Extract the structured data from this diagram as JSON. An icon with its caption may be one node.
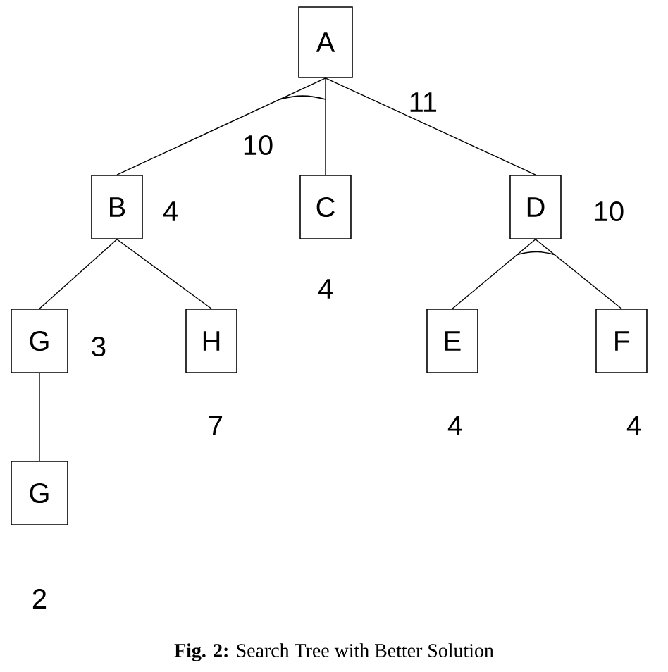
{
  "diagram": {
    "caption": "**Fig. 2:** Search Tree with Better Solution",
    "nodes": [
      {
        "text": [
          "A"
        ]
      },
      {
        "text": [
          "B"
        ],
        "beside": [
          "4"
        ]
      },
      {
        "text": [
          "C"
        ],
        "beside": [
          "4"
        ]
      },
      {
        "text": [
          "D"
        ],
        "beside": [
          "10"
        ]
      },
      {
        "text": [
          "G"
        ],
        "beside": [
          "3"
        ]
      },
      {
        "text": [
          "H"
        ],
        "beside": [
          "7"
        ]
      },
      {
        "text": [
          "E"
        ],
        "beside": [
          "4"
        ]
      },
      {
        "text": [
          "F"
        ],
        "beside": [
          "4"
        ]
      },
      {
        "text": [
          "G"
        ],
        "beside": [
          "2"
        ]
      }
    ],
    "edges": [
      {
        "from": 0,
        "to": 1,
        "arrow": "none"
      },
      {
        "from": 0,
        "to": 2,
        "arrow": "none"
      },
      {
        "from": 0,
        "to": 3,
        "arrow": "none",
        "label": "11"
      },
      {
        "from": 1,
        "to": 4,
        "arrow": "none"
      },
      {
        "from": 1,
        "to": 5,
        "arrow": "none"
      },
      {
        "from": 3,
        "to": 6,
        "arrow": "none"
      },
      {
        "from": 3,
        "to": 7,
        "arrow": "none"
      },
      {
        "from": 4,
        "to": 8,
        "arrow": "none"
      }
    ],
    "labels": [
      "10"
    ]
  }
}
